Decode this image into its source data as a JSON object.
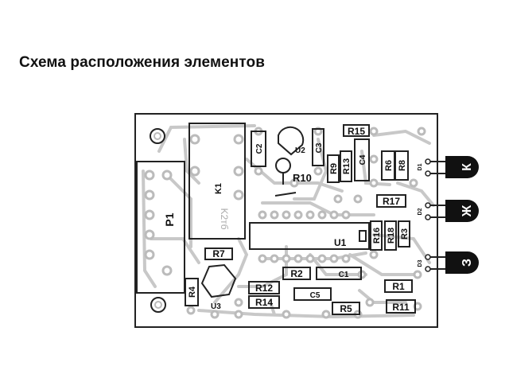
{
  "title": "Схема расположения элементов",
  "labels": {
    "P1": "P1",
    "K1": "K1",
    "K1_mark": "K2тб",
    "U1": "U1",
    "U2": "U2",
    "U3": "U3",
    "R1": "R1",
    "R2": "R2",
    "R3": "R3",
    "R4": "R4",
    "R5": "R5",
    "R6": "R6",
    "R7": "R7",
    "R8": "R8",
    "R9": "R9",
    "R10": "R10",
    "R11": "R11",
    "R12": "R12",
    "R13": "R13",
    "R14": "R14",
    "R15": "R15",
    "R16": "R16",
    "R17": "R17",
    "R18": "R18",
    "C1": "C1",
    "C2": "C2",
    "C3": "C3",
    "C4": "C4",
    "C5": "C5",
    "D1": "D1",
    "D2": "D2",
    "D3": "D3",
    "LED_K": "К",
    "LED_ZH": "Ж",
    "LED_Z": "З"
  }
}
